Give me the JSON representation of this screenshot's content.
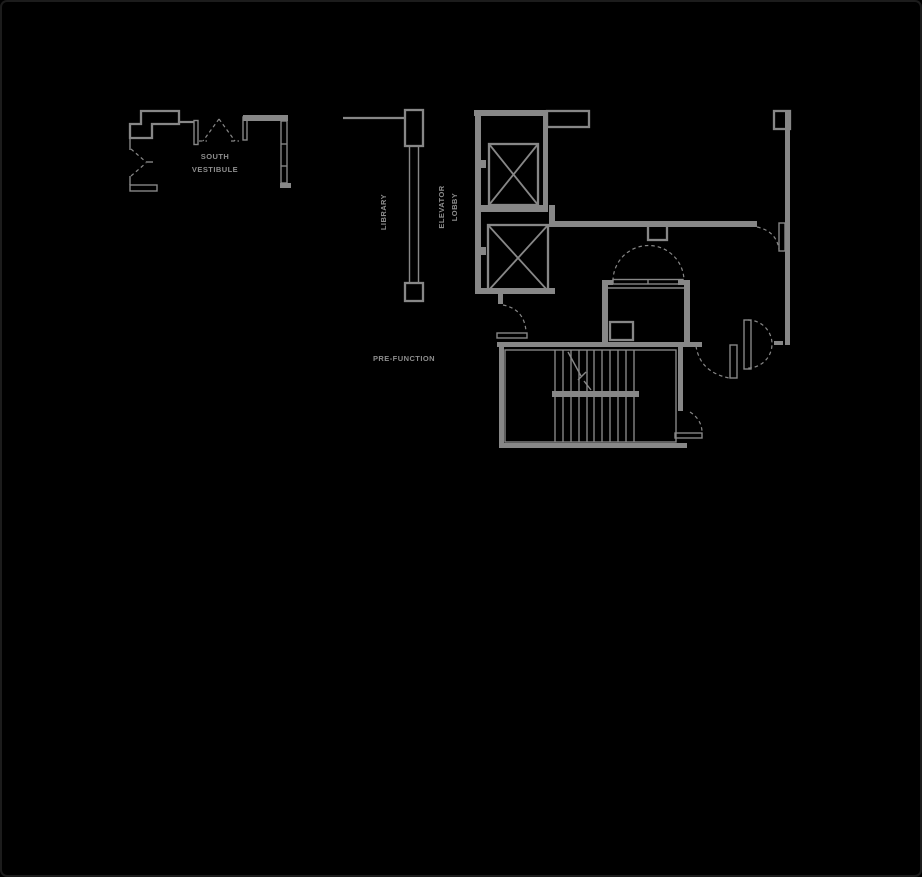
{
  "colors": {
    "background": "#000000",
    "wall": "#878787",
    "text": "#8d8d8d",
    "frame_border": "#1c1c1c"
  },
  "labels": {
    "south_vestibule": [
      "SOUTH",
      "VESTIBULE"
    ],
    "library": "LIBRARY",
    "elevator_lobby": [
      "ELEVATOR",
      "LOBBY"
    ],
    "pre_function": "PRE-FUNCTION"
  },
  "rooms": [
    {
      "id": "south-vestibule",
      "label": "SOUTH VESTIBULE"
    },
    {
      "id": "library",
      "label": "LIBRARY"
    },
    {
      "id": "elevator-lobby",
      "label": "ELEVATOR LOBBY"
    },
    {
      "id": "pre-function",
      "label": "PRE-FUNCTION"
    }
  ]
}
